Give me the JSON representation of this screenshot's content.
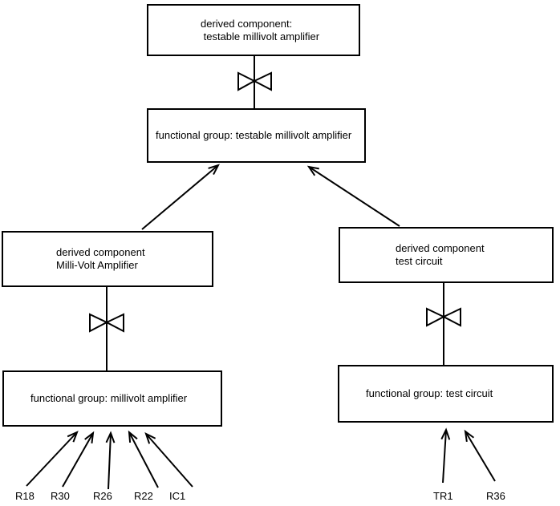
{
  "colors": {
    "background": "#ffffff",
    "line": "#000000",
    "text": "#000000"
  },
  "nodes": {
    "derived_testable": "derived component:\n testable millivolt amplifier",
    "functional_testable": "functional group: testable millivolt amplifier",
    "derived_millivolt": "derived component\nMilli-Volt Amplifier",
    "derived_test_circuit": "derived component\ntest circuit",
    "functional_millivolt": "functional group: millivolt amplifier",
    "functional_test_circuit": "functional group: test circuit"
  },
  "components": {
    "left": [
      "R18",
      "R30",
      "R26",
      "R22",
      "IC1"
    ],
    "right": [
      "TR1",
      "R36"
    ]
  },
  "symbols": {
    "decomposition": "bowtie"
  }
}
